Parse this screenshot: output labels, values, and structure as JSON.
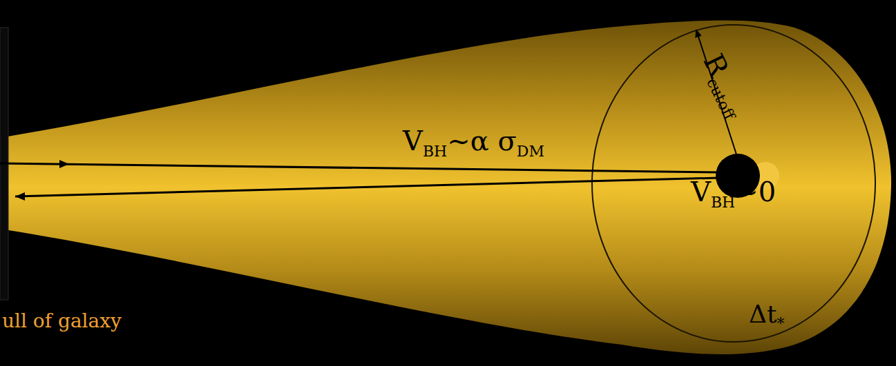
{
  "diagram": {
    "labels": [
      "V",
      "BH",
      "~α σ",
      "DM",
      "V",
      "BH",
      "~0",
      "R",
      "cutoff",
      "Δt",
      "*",
      "ull of galaxy"
    ]
  }
}
